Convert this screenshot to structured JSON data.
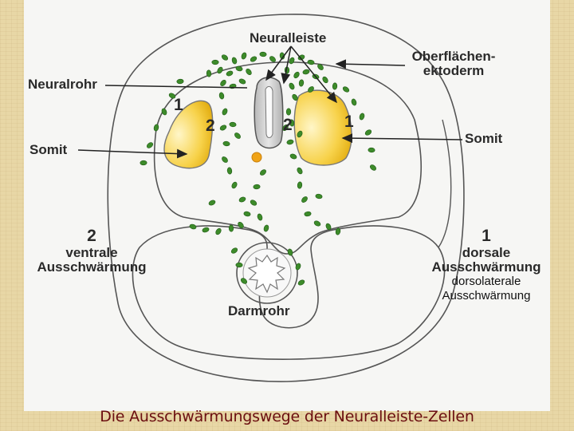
{
  "labels": {
    "neuralleiste": "Neuralleiste",
    "oberflaechenektoderm_line1": "Oberflächen-",
    "oberflaechenektoderm_line2": "ektoderm",
    "neuralrohr": "Neuralrohr",
    "somit_left": "Somit",
    "somit_right": "Somit",
    "darmrohr": "Darmrohr",
    "ventral_number": "2",
    "ventral_line1": "ventrale",
    "ventral_line2": "Ausschwärmung",
    "dorsal_number": "1",
    "dorsal_line1": "dorsale",
    "dorsal_line2": "Ausschwärmung",
    "dorsolateral_line1": "dorsolaterale",
    "dorsolateral_line2": "Ausschwärmung",
    "path_num_left_outer": "1",
    "path_num_left_inner": "2",
    "path_num_right_inner": "2",
    "path_num_right_outer": "1"
  },
  "caption": "Die Ausschwärmungswege der Neuralleiste-Zellen",
  "colors": {
    "background": "#e8d7a6",
    "panel": "#f6f6f4",
    "caption": "#6b0e10",
    "somite": "#f3c21d",
    "neural_crest_cells": "#3d8b2a",
    "notochord": "#f0a316"
  }
}
